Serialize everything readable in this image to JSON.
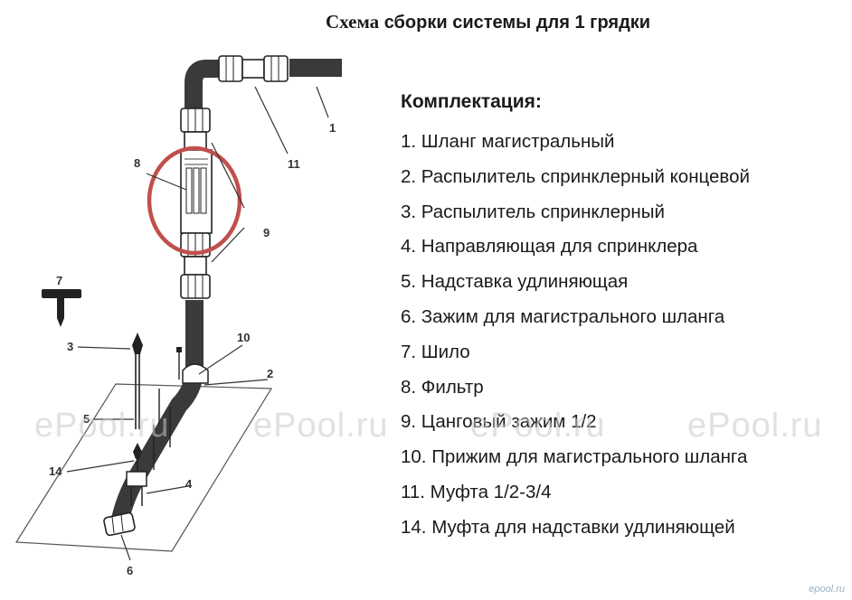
{
  "title": {
    "word1": "Схема",
    "word2": "сборки системы для 1 грядки"
  },
  "kit": {
    "heading": "Комплектация:",
    "items": [
      "1. Шланг магистральный",
      "2. Распылитель спринклерный концевой",
      "3. Распылитель спринклерный",
      "4. Направляющая для спринклера",
      "5. Надставка удлиняющая",
      "6. Зажим для магистрального шланга",
      "7. Шило",
      "8. Фильтр",
      "9. Цанговый зажим 1/2",
      "10. Прижим для магистрального шланга",
      "11. Муфта 1/2-3/4",
      "14. Муфта для надставки удлиняющей"
    ]
  },
  "callouts": {
    "c1": "1",
    "c2": "2",
    "c3": "3",
    "c4": "4",
    "c5": "5",
    "c6": "6",
    "c7": "7",
    "c8": "8",
    "c9": "9",
    "c10": "10",
    "c11": "11",
    "c14": "14"
  },
  "watermark": "ePool.ru",
  "corner_watermark": "epool.ru",
  "colors": {
    "hose": "#333333",
    "highlight_circle": "#c0504d",
    "bed_outline": "#555555"
  }
}
